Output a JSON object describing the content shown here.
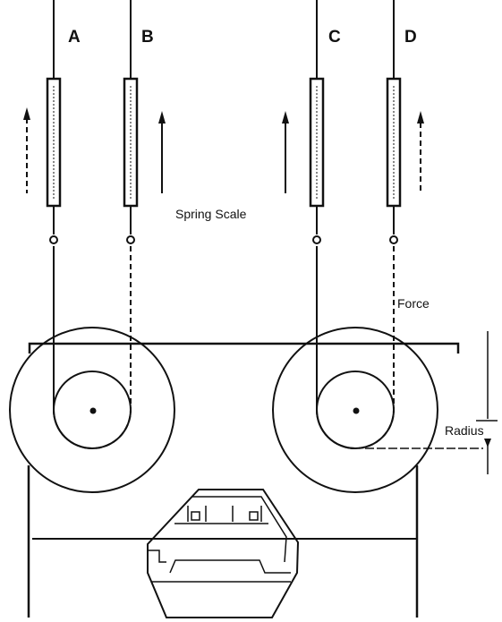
{
  "labels": {
    "a": "A",
    "b": "B",
    "c": "C",
    "d": "D",
    "spring_scale": "Spring Scale",
    "force": "Force",
    "radius": "Radius"
  },
  "colors": {
    "ink": "#111111",
    "paper": "#ffffff"
  }
}
